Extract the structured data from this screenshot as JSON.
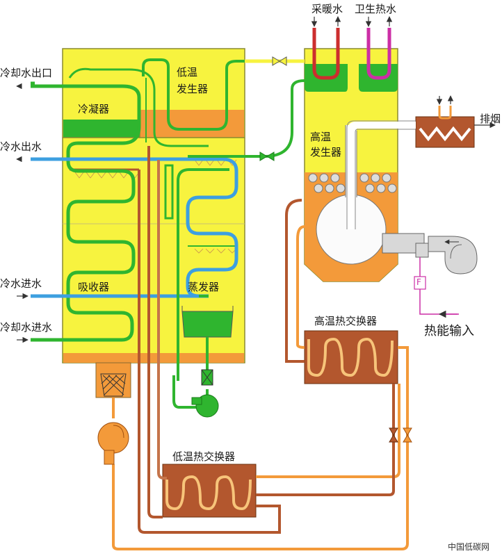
{
  "labels": {
    "heating_water": "采暖水",
    "sanitary_hot_water": "卫生热水",
    "cooling_water_out": "冷却水出口",
    "chilled_water_out": "冷水出水",
    "chilled_water_in": "冷水进水",
    "cooling_water_in": "冷却水进水",
    "condenser": "冷凝器",
    "low_temp_generator": "低温\n发生器",
    "high_temp_generator": "高温\n发生器",
    "absorber": "吸收器",
    "evaporator": "蒸发器",
    "exhaust": "排烟",
    "heat_input": "热能输入",
    "high_temp_heat_exchanger": "高温热交换器",
    "low_temp_heat_exchanger": "低温热交换器",
    "flow_meter": "F",
    "watermark": "中国低碳网"
  },
  "colors": {
    "yellow": "#f7f33f",
    "orange": "#f39a3a",
    "green": "#2fb52f",
    "blue": "#3d9fe0",
    "brown": "#b3572e",
    "magenta": "#cc2fa6",
    "red": "#cc2e2e"
  }
}
